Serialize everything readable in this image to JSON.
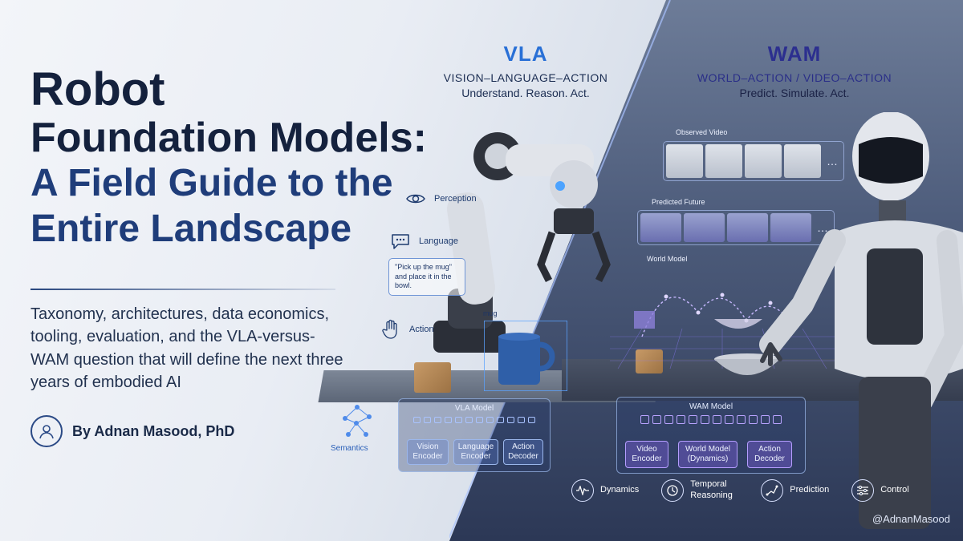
{
  "title": {
    "line1": "Robot",
    "line2": "Foundation Models:",
    "line3": "A Field Guide to the",
    "line4": "Entire Landscape"
  },
  "subtitle": "Taxonomy, architectures, data economics, tooling, evaluation, and the VLA-versus-WAM question that will define the next three years of embodied AI",
  "author": "By Adnan Masood, PhD",
  "vla": {
    "acronym": "VLA",
    "expansion": "VISION–LANGUAGE–ACTION",
    "tagline": "Understand. Reason. Act.",
    "labels": {
      "perception": "Perception",
      "language": "Language",
      "action": "Action",
      "semantics": "Semantics"
    },
    "instruction": "\"Pick up the mug\" and place it in the bowl.",
    "object_tag": "mug",
    "model": {
      "title": "VLA Model",
      "blocks": [
        "Vision Encoder",
        "Language Encoder",
        "Action Decoder"
      ]
    }
  },
  "wam": {
    "acronym": "WAM",
    "expansion": "WORLD–ACTION / VIDEO–ACTION",
    "tagline": "Predict. Simulate. Act.",
    "observed_label": "Observed Video",
    "predicted_label": "Predicted Future",
    "world_label": "World Model",
    "model": {
      "title": "WAM Model",
      "blocks": [
        "Video Encoder",
        "World Model (Dynamics)",
        "Action Decoder"
      ]
    },
    "capabilities": [
      "Dynamics",
      "Temporal Reasoning",
      "Prediction",
      "Control"
    ]
  },
  "handle": "@AdnanMasood",
  "colors": {
    "navy": "#14213d",
    "title_blue": "#1f3d7a",
    "vla_blue": "#2970d6",
    "wam_indigo": "#2c2f8f",
    "wam_purple": "#8a6cff"
  }
}
